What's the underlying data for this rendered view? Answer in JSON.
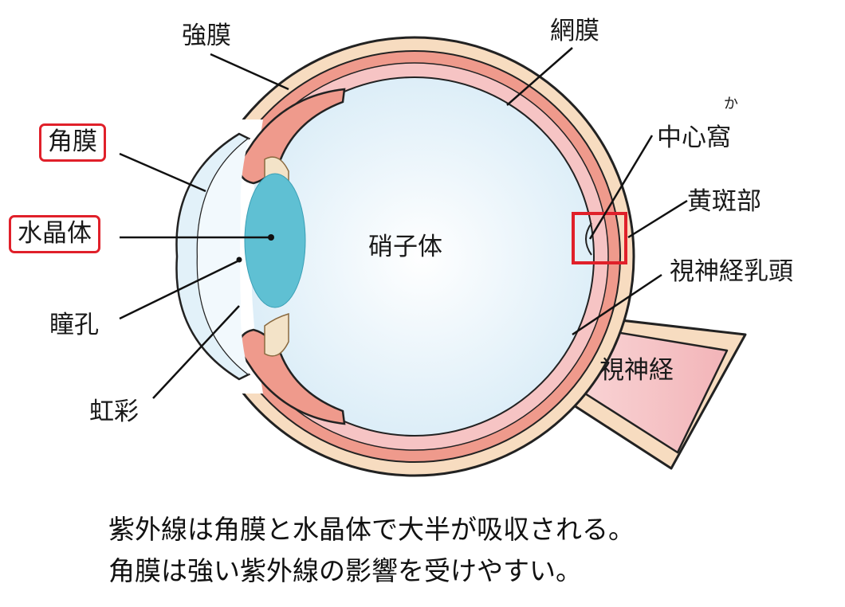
{
  "labels": {
    "sclera": "強膜",
    "retina": "網膜",
    "fovea": "中心窩",
    "fovea_ruby": "か",
    "cornea": "角膜",
    "macula": "黄斑部",
    "lens": "水晶体",
    "vitreous": "硝子体",
    "optic_disc": "視神経乳頭",
    "pupil": "瞳孔",
    "optic_nerve": "視神経",
    "iris": "虹彩"
  },
  "caption": {
    "line1": "紫外線は角膜と水晶体で大半が吸収される。",
    "line2": "角膜は強い紫外線の影響を受けやすい。"
  },
  "colors": {
    "highlight": "#e0202a",
    "sclera": "#f7dcc0",
    "choroid": "#ef9a8c",
    "retina": "#f6c4c4",
    "vitreous": "#e4f2fa",
    "lens": "#5fc0d3",
    "optic_nerve": "#f5c6c8"
  }
}
